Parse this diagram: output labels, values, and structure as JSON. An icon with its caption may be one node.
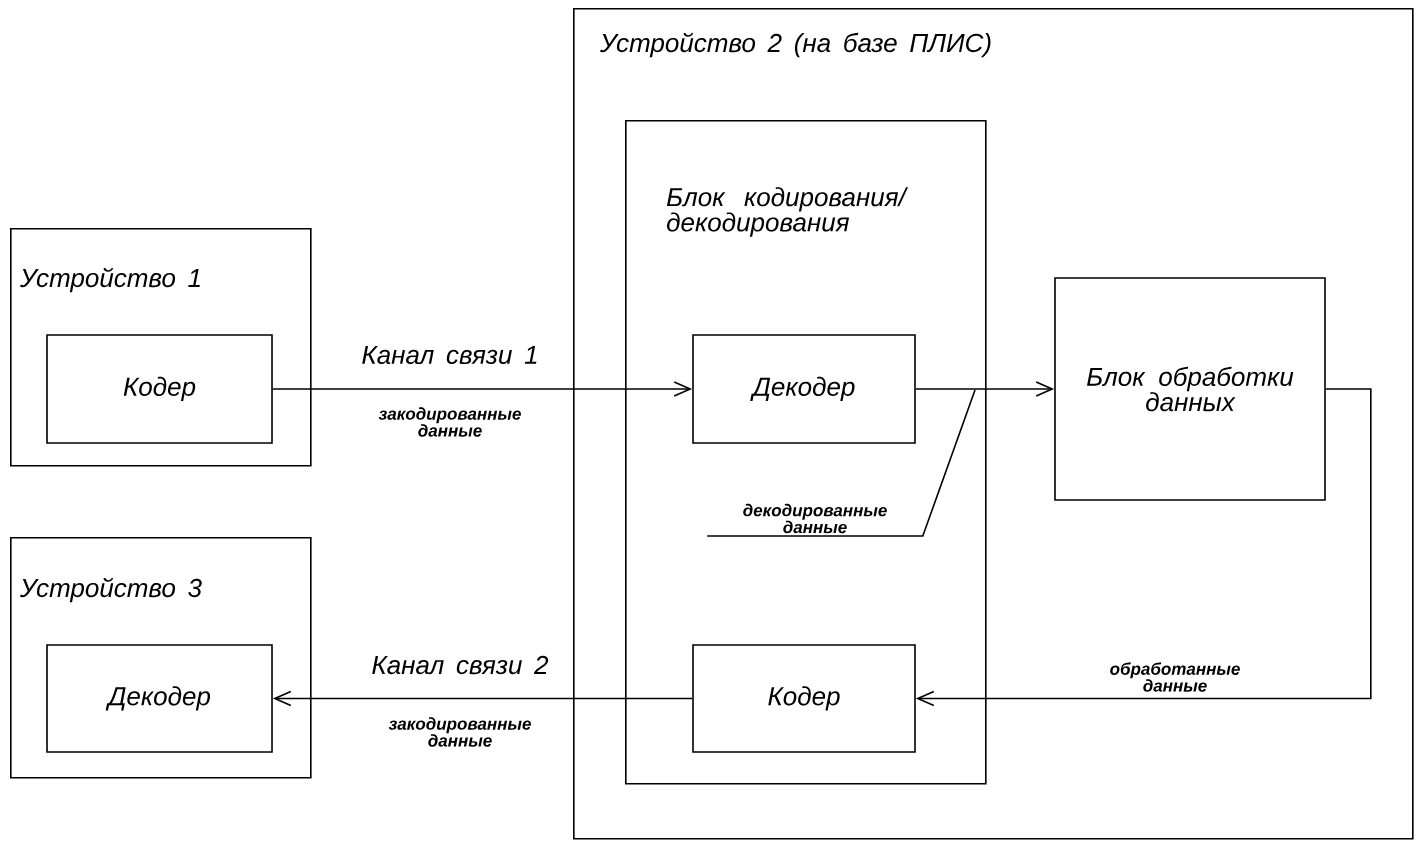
{
  "diagram": {
    "nodes": [
      {
        "text": [
          "Устройство 1"
        ]
      },
      {
        "text": [
          "Кодер"
        ],
        "in": 0
      },
      {
        "text": [
          "Устройство 3"
        ]
      },
      {
        "text": [
          "Декодер"
        ],
        "in": 2
      },
      {
        "text": [
          "Устройство 2 (на базе ПЛИС)"
        ]
      },
      {
        "text": [
          "Блок кодирования/ декодирования"
        ],
        "in": 4
      },
      {
        "text": [
          "Декодер"
        ],
        "in": 5
      },
      {
        "text": [
          "Кодер"
        ],
        "in": 5
      },
      {
        "text": [
          "Блок обработки данных"
        ],
        "in": 4
      },
      {
        "text": [
          "декодированные данные"
        ],
        "in": 5
      }
    ],
    "edges": [
      {
        "from": 1,
        "to": 6,
        "arrow": "to",
        "label": "Канал связи 1"
      },
      {
        "from": 6,
        "to": 8,
        "arrow": "to"
      },
      {
        "from": 8,
        "to": 7,
        "arrow": "to"
      },
      {
        "from": 7,
        "to": 3,
        "arrow": "to",
        "label": "Канал связи 2"
      },
      {
        "from": 9,
        "to": null,
        "arrow": "none"
      }
    ],
    "labels": [
      "закодированные данные",
      "закодированные данные",
      "обработанные данные"
    ]
  }
}
